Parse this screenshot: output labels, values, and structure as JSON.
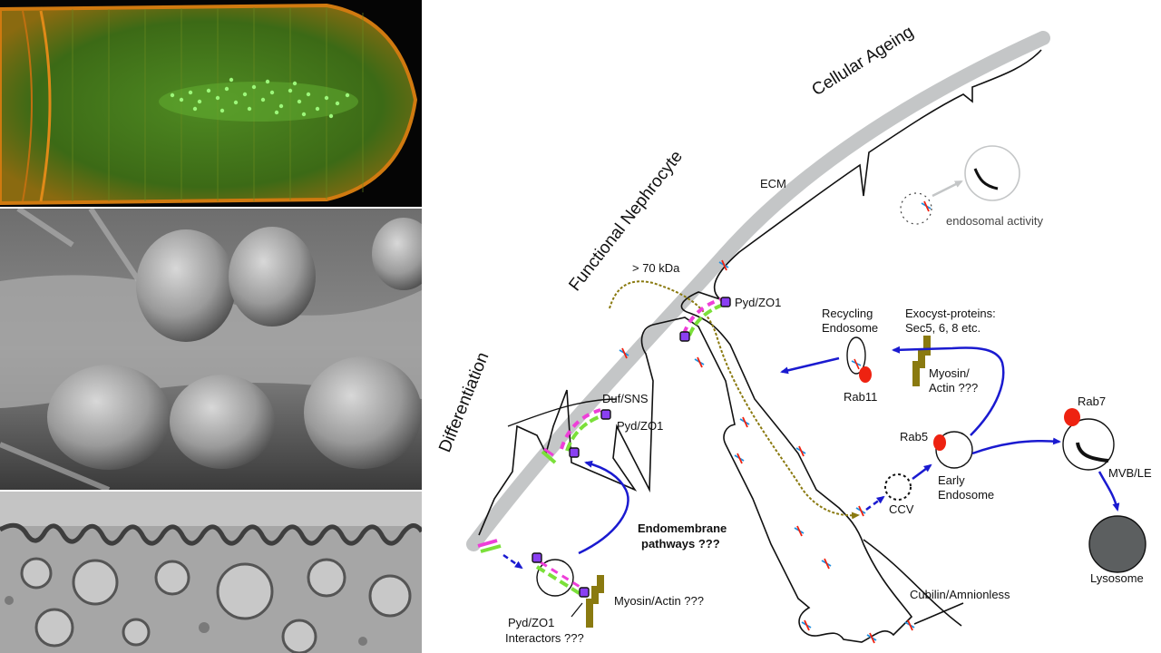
{
  "panels": {
    "fluorescence": {
      "description_icon": "fluorescence-micrograph"
    },
    "sem": {
      "description_icon": "sem-micrograph"
    },
    "tem": {
      "description_icon": "tem-micrograph"
    }
  },
  "stages": {
    "differentiation": "Differentiation",
    "functional": "Functional Nephrocyte",
    "ageing": "Cellular Ageing"
  },
  "labels": {
    "ecm": "ECM",
    "endosomal_activity": "endosomal activity",
    "kda": "> 70 kDa",
    "pyd_zo1_top": "Pyd/ZO1",
    "duf_sns": "Duf/SNS",
    "pyd_zo1_mid": "Pyd/ZO1",
    "endomembrane_1": "Endomembrane",
    "endomembrane_2": "pathways ???",
    "myosin_actin_bottom": "Myosin/Actin ???",
    "pyd_interactors_1": "Pyd/ZO1",
    "pyd_interactors_2": "Interactors ???",
    "recycling_1": "Recycling",
    "recycling_2": "Endosome",
    "rab11": "Rab11",
    "exocyst_1": "Exocyst-proteins:",
    "exocyst_2": "Sec5, 6, 8 etc.",
    "myosin_actin_mid_1": "Myosin/",
    "myosin_actin_mid_2": "Actin ???",
    "rab5": "Rab5",
    "early_1": "Early",
    "early_2": "Endosome",
    "ccv": "CCV",
    "rab7": "Rab7",
    "mvb_le": "MVB/LE",
    "lysosome": "Lysosome",
    "cubilin": "Cubilin/Amnionless"
  },
  "colors": {
    "ecm": "#c4c6c7",
    "arrow": "#1a1ad0",
    "pyd": "#8a3ff2",
    "duf": "#ee3fd8",
    "sns": "#7be03a",
    "rab": "#ee2211",
    "myosin": "#8a7a10",
    "cargo": "#8a7a10",
    "lysosome": "#5c5f60"
  }
}
